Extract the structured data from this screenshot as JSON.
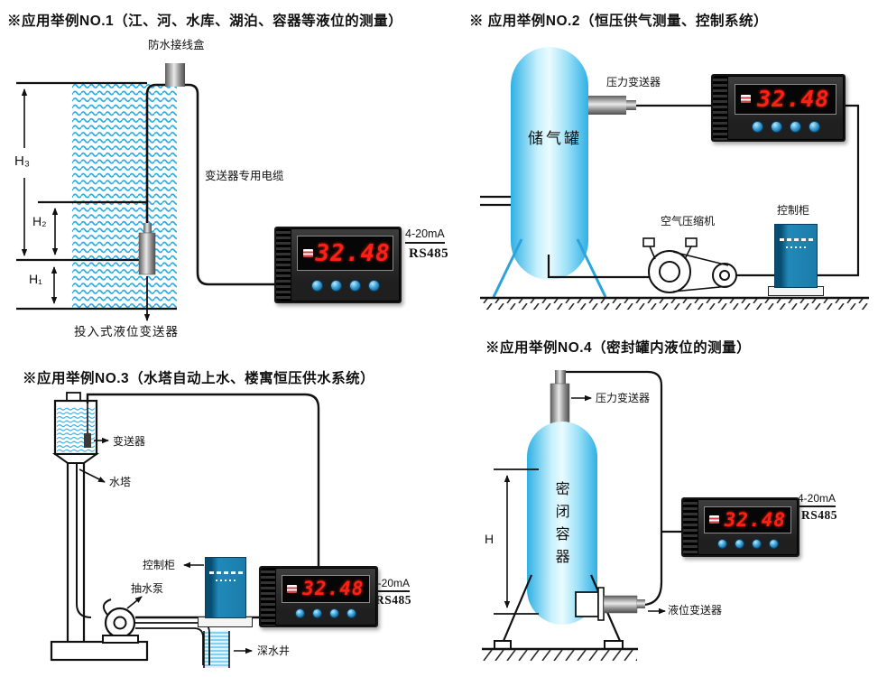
{
  "meter": {
    "display": "32.48",
    "signal": "4-20mA",
    "bus": "RS485"
  },
  "q1": {
    "title": "※应用举例NO.1（江、河、水库、湖泊、容器等液位的测量）",
    "junction_box": "防水接线盒",
    "cable": "变送器专用电缆",
    "level_transmitter": "投入式液位变送器",
    "h3": "H₃",
    "h2": "H₂",
    "h1": "H₁"
  },
  "q2": {
    "title": "※ 应用举例NO.2（恒压供气测量、控制系统）",
    "pressure_transmitter": "压力变送器",
    "gas_tank": "储气罐",
    "air_compressor": "空气压缩机",
    "control_cabinet": "控制柜"
  },
  "q3": {
    "title": "※应用举例NO.3（水塔自动上水、楼寓恒压供水系统）",
    "transmitter": "变送器",
    "water_tower": "水塔",
    "control_cabinet": "控制柜",
    "water_pump": "抽水泵",
    "deep_well": "深水井"
  },
  "q4": {
    "title": "※应用举例NO.4（密封罐内液位的测量）",
    "pressure_transmitter": "压力变送器",
    "sealed_tank": "密闭容器",
    "height_mark": "H",
    "level_transmitter": "液位变送器"
  },
  "colors": {
    "water_blue": "#29ABE2",
    "tank_cyan": "#2FB0E5",
    "cabinet_blue": "#1B7CA9",
    "digit_red": "#FF2015"
  }
}
